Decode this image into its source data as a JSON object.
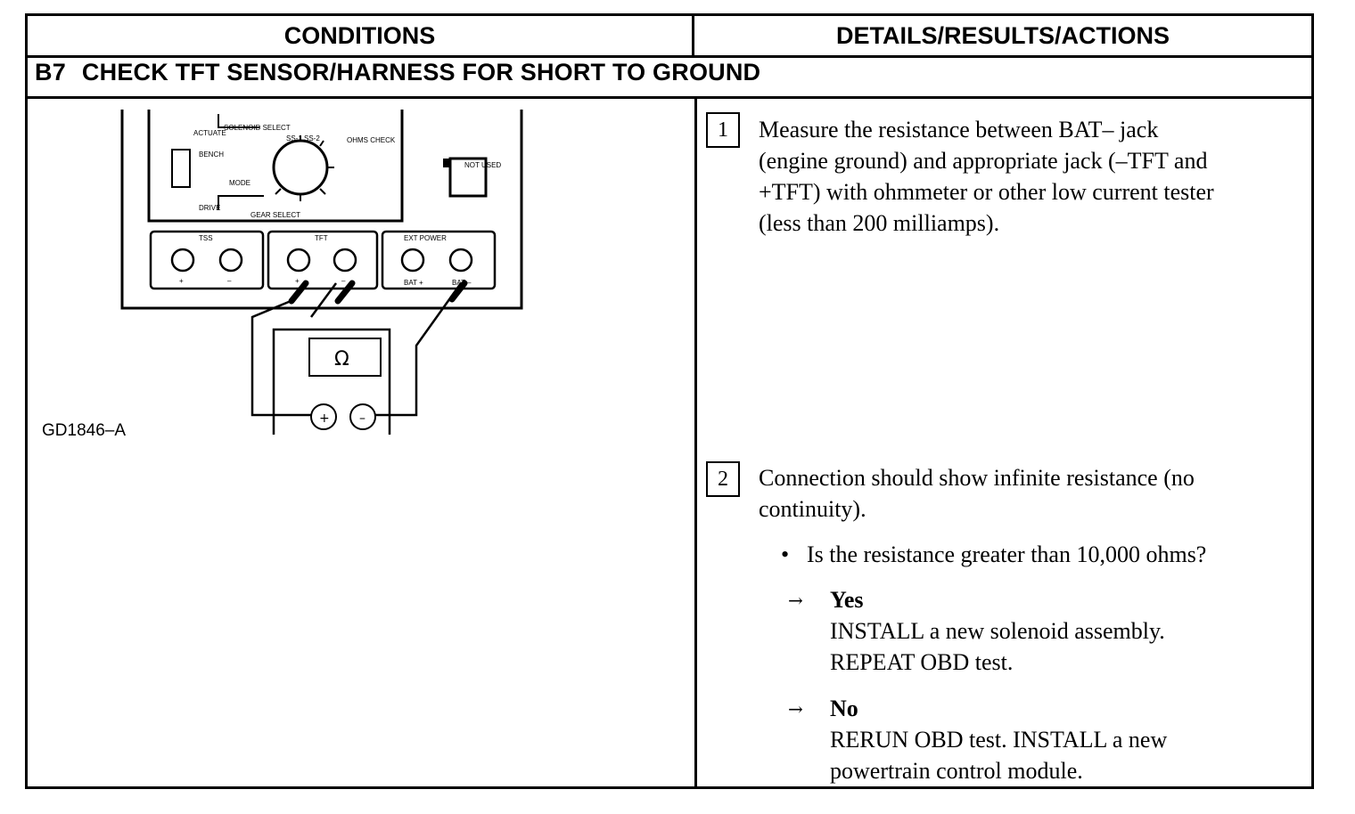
{
  "table": {
    "col_left_header": "CONDITIONS",
    "col_right_header": "DETAILS/RESULTS/ACTIONS",
    "section_code": "B7",
    "section_title": "CHECK TFT SENSOR/HARNESS FOR SHORT TO GROUND"
  },
  "figure": {
    "id": "GD1846–A",
    "labels": {
      "actuate": "ACTUATE",
      "solenoid_select": "SOLENOID SELECT",
      "ss_labels": "SS-1 SS-2",
      "ohms_check": "OHMS CHECK",
      "bench": "BENCH",
      "mode": "MODE",
      "drive": "DRIVE",
      "gear_select": "GEAR SELECT",
      "not_used": "NOT USED",
      "tss": "TSS",
      "tft": "TFT",
      "ext_power": "EXT POWER",
      "plus": "+",
      "minus": "–",
      "bat_plus": "BAT +",
      "bat_minus": "BAT –",
      "ohm_symbol": "Ω"
    }
  },
  "steps": [
    {
      "number": "1",
      "lines": [
        "Measure the resistance between BAT– jack",
        "(engine ground) and appropriate jack (–TFT and",
        "+TFT) with ohmmeter or other low current tester",
        "(less than 200 milliamps)."
      ]
    },
    {
      "number": "2",
      "lines": [
        "Connection should show infinite resistance (no",
        "continuity)."
      ],
      "question": "Is the resistance greater than 10,000 ohms?",
      "answers": [
        {
          "label": "Yes",
          "lines": [
            "INSTALL a new solenoid assembly.",
            "REPEAT OBD test."
          ]
        },
        {
          "label": "No",
          "lines": [
            "RERUN OBD test. INSTALL a new",
            "powertrain control module."
          ]
        }
      ]
    }
  ],
  "glyphs": {
    "bullet": "•",
    "arrow": "→"
  }
}
